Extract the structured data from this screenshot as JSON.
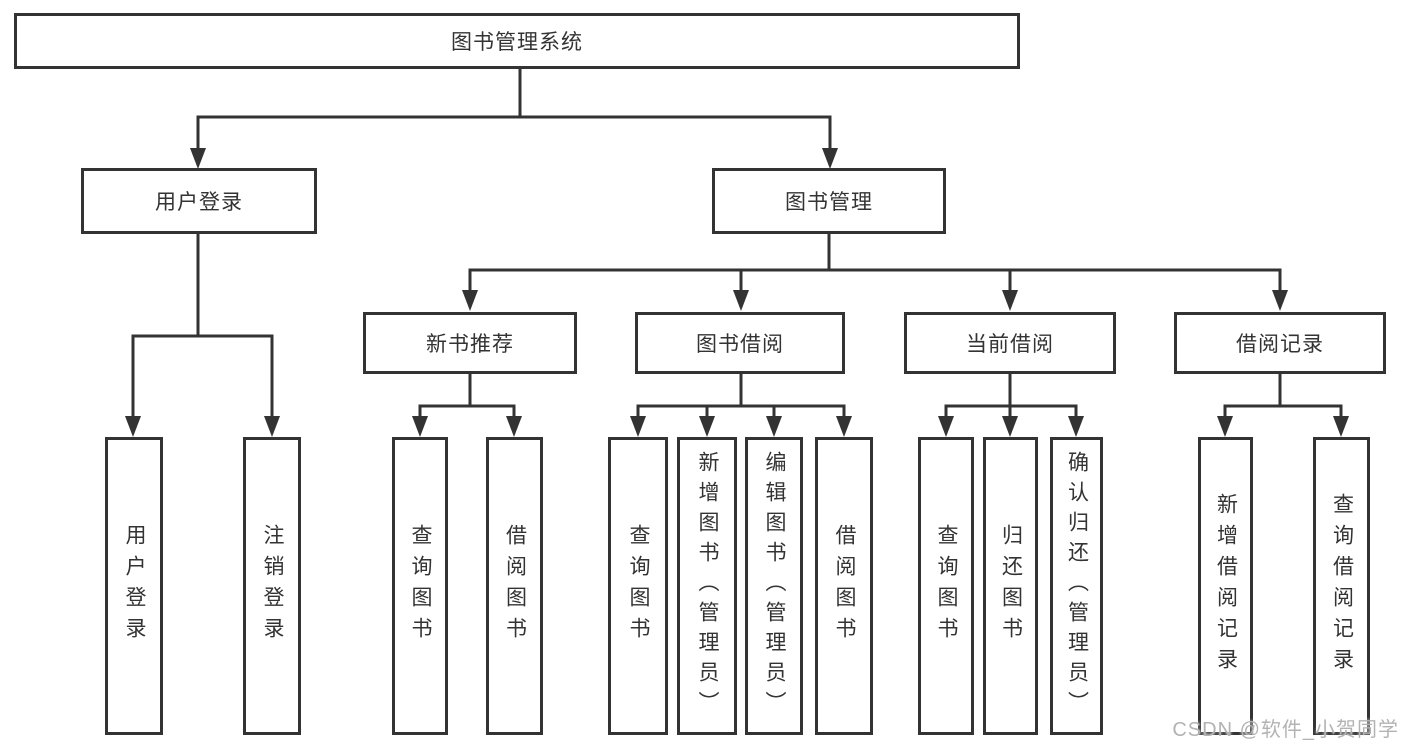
{
  "nodes": {
    "system": "图书管理系统",
    "user_login": "用户登录",
    "book_management": "图书管理",
    "new_book_recommend": "新书推荐",
    "book_borrowing": "图书借阅",
    "current_borrowing": "当前借阅",
    "borrowing_records": "借阅记录",
    "user_login_leaf": "用户登录",
    "logout": "注销登录",
    "nbr_query_books": "查询图书",
    "nbr_borrow_books": "借阅图书",
    "bb_query_books": "查询图书",
    "bb_add_books_admin": "新增图书（管理员）",
    "bb_edit_books_admin": "编辑图书（管理员）",
    "bb_borrow_books": "借阅图书",
    "cb_query_books": "查询图书",
    "cb_return_books": "归还图书",
    "cb_confirm_return_admin": "确认归还（管理员）",
    "br_add_record": "新增借阅记录",
    "br_query_record": "查询借阅记录"
  },
  "watermark": "CSDN @软件_小贺同学",
  "colors": {
    "line": "#333333",
    "text": "#333333",
    "watermark": "#b3b3b3",
    "background": "#ffffff"
  }
}
